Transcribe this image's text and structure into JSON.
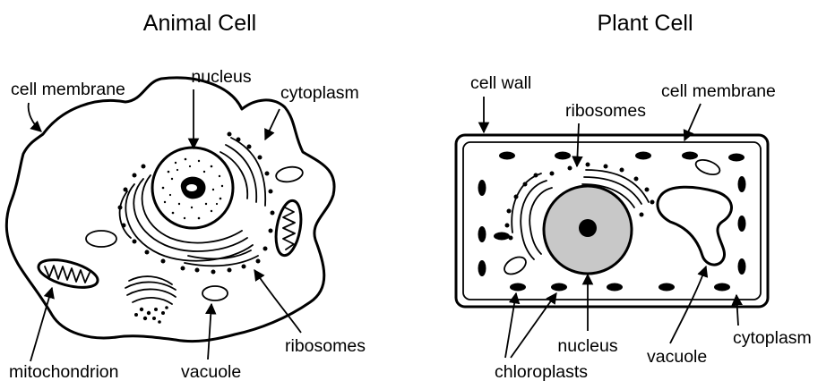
{
  "animal": {
    "title": "Animal Cell",
    "labels": {
      "cell_membrane": "cell membrane",
      "nucleus": "nucleus",
      "cytoplasm": "cytoplasm",
      "mitochondrion": "mitochondrion",
      "vacuole": "vacuole",
      "ribosomes": "ribosomes"
    }
  },
  "plant": {
    "title": "Plant Cell",
    "labels": {
      "cell_wall": "cell wall",
      "cell_membrane": "cell membrane",
      "ribosomes": "ribosomes",
      "nucleus": "nucleus",
      "vacuole": "vacuole",
      "cytoplasm": "cytoplasm",
      "chloroplasts": "chloroplasts"
    }
  },
  "colors": {
    "line": "#000000",
    "background": "#ffffff",
    "plant_nucleus_fill": "#c8c8c8"
  }
}
